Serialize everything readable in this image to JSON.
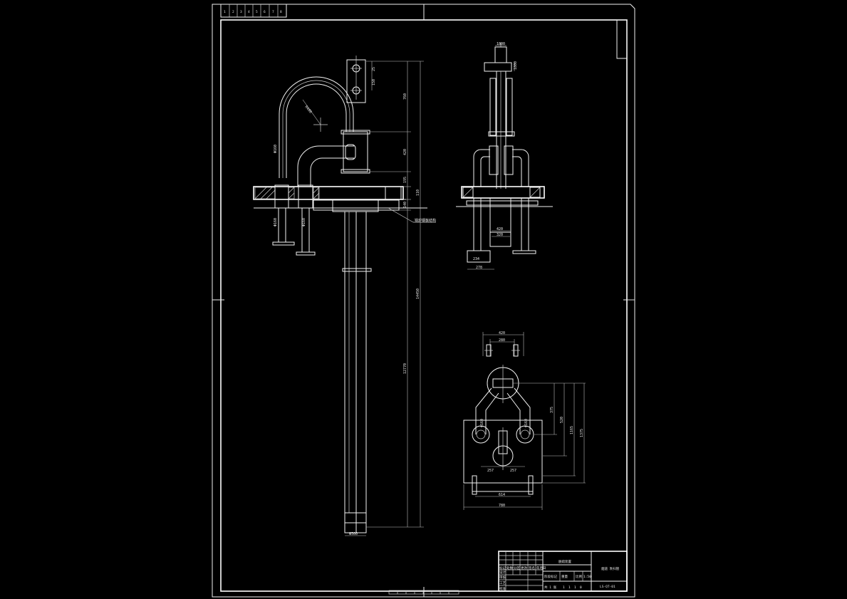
{
  "sheet": {
    "background": "#000000",
    "line_color": "#ffffff"
  },
  "front_view": {
    "dims": {
      "top_hole_w": "25",
      "top_hole_h": "150",
      "arc_radius": "R400",
      "seg_upper": "760",
      "seg_mid": "420",
      "seg_a": "195",
      "seg_b": "110",
      "seg_c": "140",
      "total_height": "14450",
      "lower_length": "12770",
      "bottom_dia": "Φ500",
      "left_pipe_dia": "Φ160",
      "left_pipe_dia_lower": "Φ160",
      "right_pipe_dia": "Φ160",
      "leader_note": "锅炉钢板结构"
    }
  },
  "side_view": {
    "dims": {
      "top_w": "1800",
      "top_side": "1800",
      "mid_a": "420",
      "mid_b": "320",
      "bot_a": "234",
      "bot_b": "278"
    }
  },
  "plan_view": {
    "dims": {
      "top_w": "420",
      "top_w2": "280",
      "left_mark": "Φ160",
      "right_mark": "Φ160",
      "h1": "375",
      "h2": "520",
      "h3": "1165",
      "h4": "1375",
      "span_l": "257",
      "span_r": "257",
      "span_b": "614",
      "total_w": "780"
    }
  },
  "title_block": {
    "project": "脱硫装置",
    "drawing_name": "烟道 吹扫管",
    "drawing_no": "LS-QT-01",
    "scale": "1:50",
    "sheet": "共 1 张",
    "grid_labels": [
      "标记",
      "处数",
      "分区",
      "更改",
      "签名",
      "年月日"
    ],
    "role_labels": [
      "设计",
      "审核",
      "工艺",
      "批准"
    ],
    "stage_labels": [
      "阶段标记",
      "重量",
      "比例"
    ],
    "sheet_nums": [
      "1",
      "1",
      "1",
      "0"
    ]
  },
  "corner_tab_labels": [
    "1",
    "2",
    "3",
    "4",
    "5",
    "6",
    "7",
    "8"
  ]
}
